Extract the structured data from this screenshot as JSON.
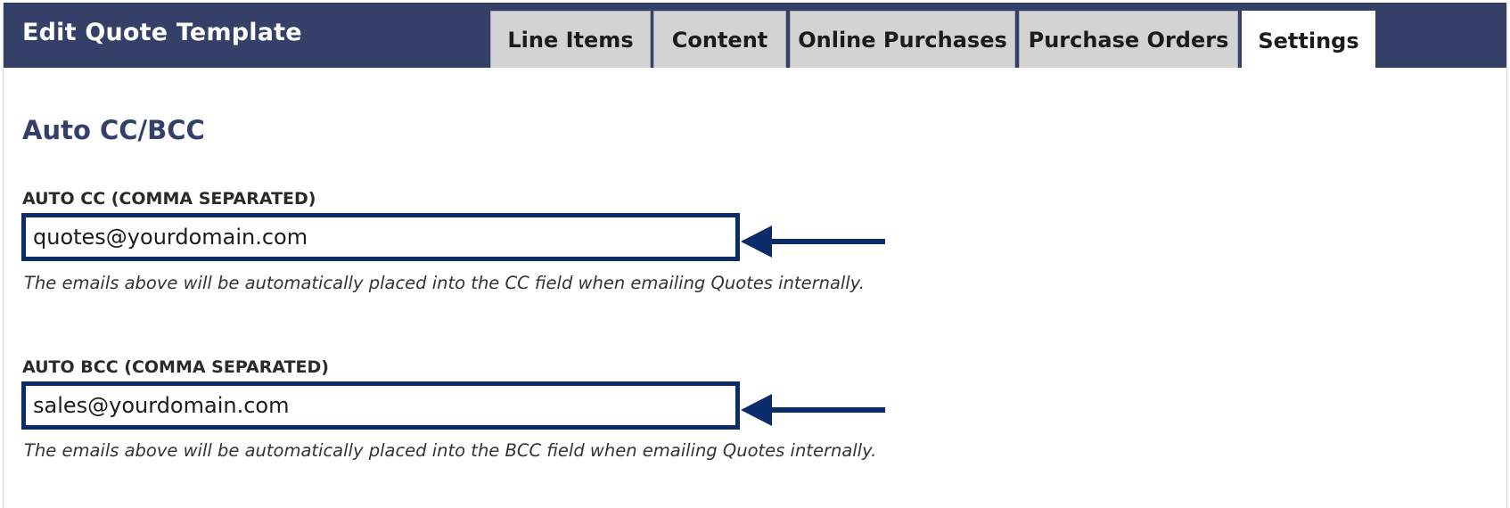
{
  "header": {
    "title": "Edit Quote Template"
  },
  "tabs": [
    {
      "label": "Line Items",
      "active": false
    },
    {
      "label": "Content",
      "active": false
    },
    {
      "label": "Online Purchases",
      "active": false
    },
    {
      "label": "Purchase Orders",
      "active": false
    },
    {
      "label": "Settings",
      "active": true
    }
  ],
  "section": {
    "title": "Auto CC/BCC"
  },
  "auto_cc": {
    "label": "AUTO CC (COMMA SEPARATED)",
    "value": "quotes@yourdomain.com",
    "help": "The emails above will be automatically placed into the CC field when emailing Quotes internally."
  },
  "auto_bcc": {
    "label": "AUTO BCC (COMMA SEPARATED)",
    "value": "sales@yourdomain.com",
    "help": "The emails above will be automatically placed into the BCC field when emailing Quotes internally."
  },
  "colors": {
    "header_bg": "#354069",
    "accent": "#0b2c6a",
    "tab_bg": "#d3d3d3"
  },
  "icons": {
    "annotation": "arrow-left-icon"
  }
}
